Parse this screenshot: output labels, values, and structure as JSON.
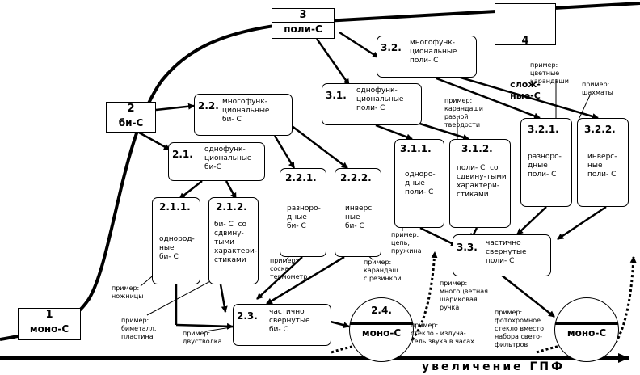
{
  "stages": {
    "s1": {
      "num": "1",
      "label": "моно-С"
    },
    "s2": {
      "num": "2",
      "label": "би-С"
    },
    "s3": {
      "num": "3",
      "label": "поли-С"
    },
    "s4": {
      "num": "4",
      "label": "слож-\nные-С"
    }
  },
  "nodes": {
    "n22": {
      "code": "2.2.",
      "text": "многофунк-\nциональные\nби- С"
    },
    "n21": {
      "code": "2.1.",
      "text": "однофунк-\nциональные\nби-С"
    },
    "n211": {
      "code": "2.1.1.",
      "text": "однород-\nные\nби- С"
    },
    "n212": {
      "code": "2.1.2.",
      "text": "би- С  со\nсдвину-\nтыми\nхарактери-\nстиками"
    },
    "n221": {
      "code": "2.2.1.",
      "text": "разноро-\nдные\nби- С"
    },
    "n222": {
      "code": "2.2.2.",
      "text": "инверс\nные\nби- С"
    },
    "n23": {
      "code": "2.3.",
      "text": "частично\nсвернутые\nби- С"
    },
    "n32": {
      "code": "3.2.",
      "text": "многофунк-\nциональные\nполи- С"
    },
    "n31": {
      "code": "3.1.",
      "text": "однофунк-\nциональные\nполи- С"
    },
    "n311": {
      "code": "3.1.1.",
      "text": "одноро-\nдные\nполи- С"
    },
    "n312": {
      "code": "3.1.2.",
      "text": "поли- С  со\nсдвину-тыми\nхарактери-\nстиками"
    },
    "n321": {
      "code": "3.2.1.",
      "text": "разноро-\nдные\nполи- С"
    },
    "n322": {
      "code": "3.2.2.",
      "text": "инверс-\nные\nполи- С"
    },
    "n33": {
      "code": "3.3.",
      "text": "частично\nсвернутые\nполи- С"
    }
  },
  "circles": {
    "c24": {
      "code": "2.4.",
      "label": "моно-С"
    },
    "c5": {
      "code": "",
      "label": "моно-С"
    }
  },
  "examples": {
    "e_scissors": "пример:\nножницы",
    "e_bimetal": "пример:\nбиметалл.\nпластина",
    "e_shotgun": "пример:\nдвустволка",
    "e_pacifier": "пример:\nсоска-\nтермометр",
    "e_eraser": "пример:\nкарандаш\nс резинкой",
    "e_glass": "пример:\nстекло - излуча-\nтель звука в часах",
    "e_colored": "пример:\nцветные\nкарандаши",
    "e_chess": "пример:\nшахматы",
    "e_hardness": "пример:\nкарандаши\nразной\nтвердости",
    "e_chain": "пример:\nцепь,\nпружина",
    "e_multipen": "пример:\nмногоцветная\nшариковая\nручка",
    "e_photo": "пример:\nфотохромное\nстекло вместо\nнабора свето-\nфильтров"
  },
  "axis": {
    "label": "увеличение   ГПФ"
  }
}
